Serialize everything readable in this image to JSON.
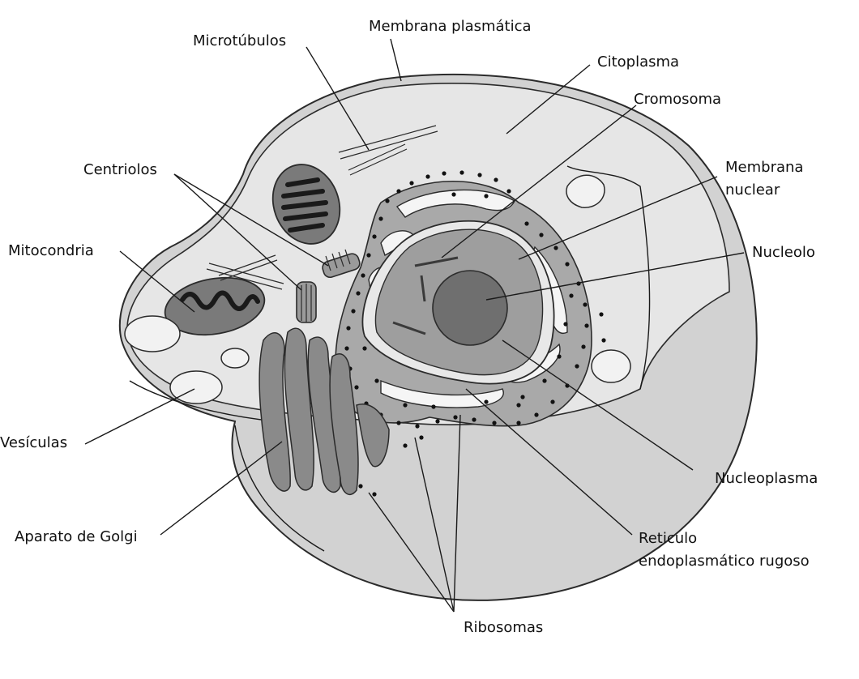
{
  "labels": {
    "membrana_plasmatica": "Membrana plasmática",
    "microtubulos": "Microtúbulos",
    "citoplasma": "Citoplasma",
    "cromosoma": "Cromosoma",
    "membrana_nuclear_1": "Membrana",
    "membrana_nuclear_2": "nuclear",
    "centriolos": "Centriolos",
    "mitocondria": "Mitocondria",
    "nucleolo": "Nucleolo",
    "vesiculas": "Vesículas",
    "nucleoplasma": "Nucleoplasma",
    "aparato_golgi": "Aparato de Golgi",
    "reticulo_1": "Reticulo",
    "reticulo_2": "endoplasmático rugoso",
    "ribosomas": "Ribosomas"
  },
  "colors": {
    "cell_top": "#e6e6e6",
    "cell_side": "#d2d2d2",
    "cell_rim": "#c7c7c7",
    "organelle_dark": "#6d6d6d",
    "nucleus_fill": "#9e9e9e",
    "nucleolus_fill": "#6f6f6f",
    "er_fill": "#a9a9a9",
    "ink": "#1a1a1a"
  }
}
